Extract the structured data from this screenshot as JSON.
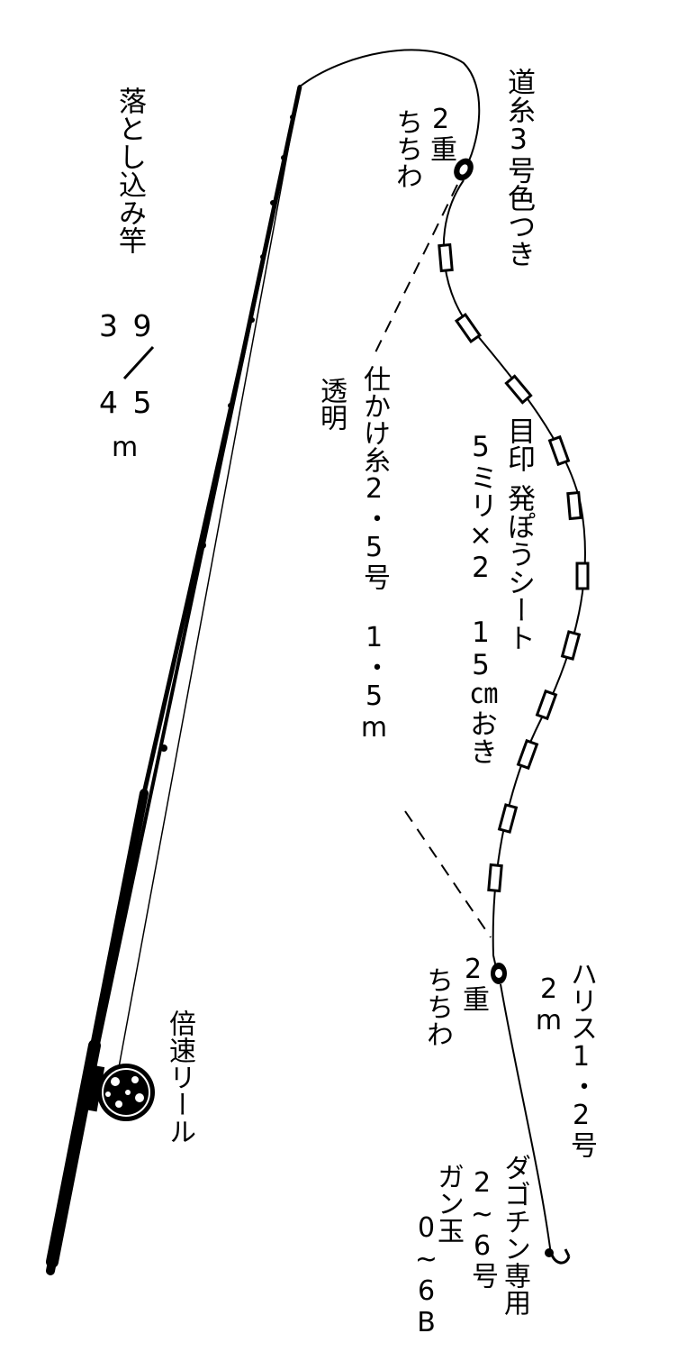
{
  "labels": {
    "rod": "落とし込み竿",
    "rod_len_top": "3 9",
    "rod_len_slash": "／",
    "rod_len_bottom": "4 5",
    "rod_len_unit": "m",
    "mainline": "道糸3号色つき",
    "top_swivel_a": "2重",
    "top_swivel_b": "ちちわ",
    "clear": "透明",
    "leader": "仕かけ糸2・5号 1・5m",
    "marker_a": "目印",
    "marker_b": "5ミリ×2 15㎝おき",
    "marker_c": "発ぽうシート",
    "mid_swivel_a": "2重",
    "mid_swivel_b": "ちちわ",
    "harisu": "ハリス1・2号",
    "harisu_len": "2m",
    "reel": "倍速リール",
    "sinker_a": "ガン玉",
    "sinker_b": "0~6B",
    "hook_a": "ダゴチン専用",
    "hook_b": "2~6号"
  },
  "colors": {
    "ink": "#000000",
    "paper": "#ffffff"
  }
}
